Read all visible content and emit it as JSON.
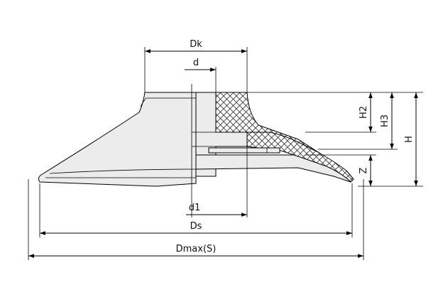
{
  "labels": {
    "Dk": "Dk",
    "d": "d",
    "d1": "d1",
    "Ds": "Ds",
    "Dmax": "Dmax(S)",
    "H": "H",
    "H2": "H2",
    "H3": "H3",
    "Z": "Z"
  },
  "colors": {
    "body_fill": "#ececec",
    "line": "#000000",
    "hatch": "#333333",
    "background": "#ffffff"
  }
}
